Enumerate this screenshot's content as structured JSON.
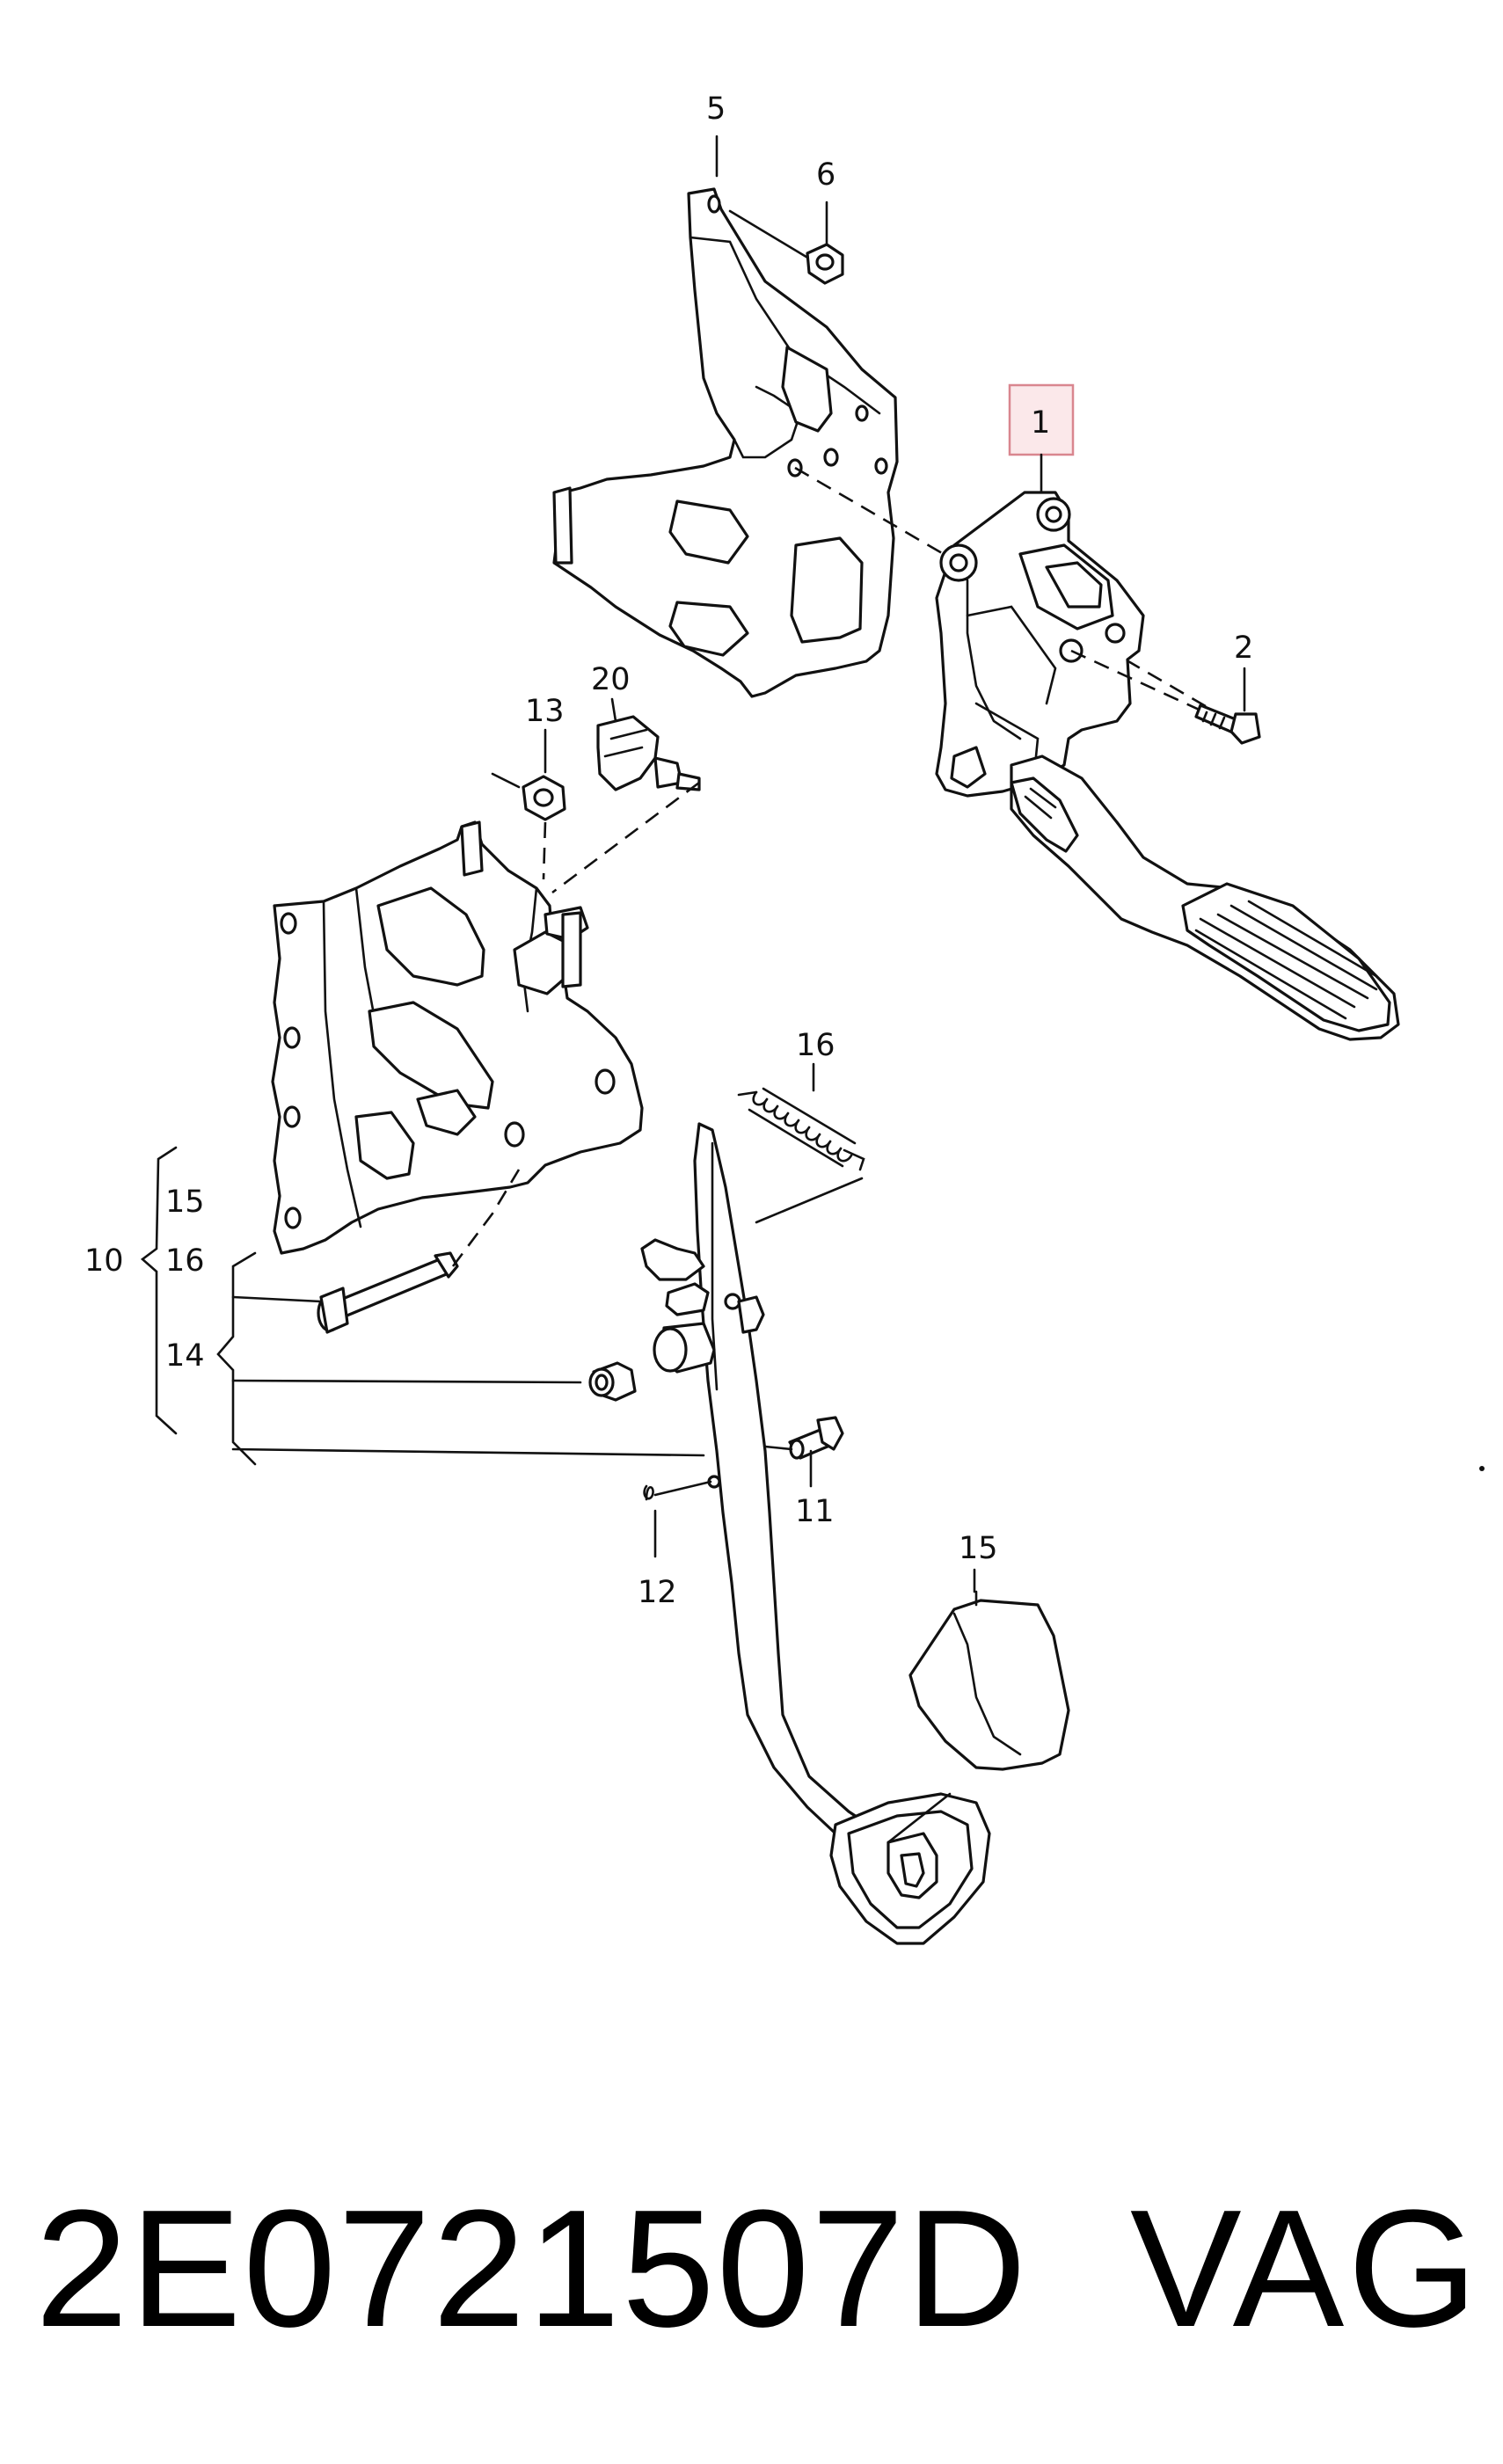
{
  "diagram": {
    "callouts": [
      {
        "id": "callout-5",
        "text": "5"
      },
      {
        "id": "callout-6",
        "text": "6"
      },
      {
        "id": "callout-1",
        "text": "1",
        "highlighted": true
      },
      {
        "id": "callout-2",
        "text": "2"
      },
      {
        "id": "callout-20",
        "text": "20"
      },
      {
        "id": "callout-13",
        "text": "13"
      },
      {
        "id": "callout-16-spring",
        "text": "16"
      },
      {
        "id": "callout-15-group",
        "text": "15"
      },
      {
        "id": "callout-10",
        "text": "10"
      },
      {
        "id": "callout-16-group",
        "text": "16"
      },
      {
        "id": "callout-14",
        "text": "14"
      },
      {
        "id": "callout-11",
        "text": "11"
      },
      {
        "id": "callout-12",
        "text": "12"
      },
      {
        "id": "callout-15-pad",
        "text": "15"
      }
    ],
    "highlight_color": "#fbe8ea"
  },
  "footer": {
    "part_number": "2E0721507D",
    "brand": "VAG"
  }
}
